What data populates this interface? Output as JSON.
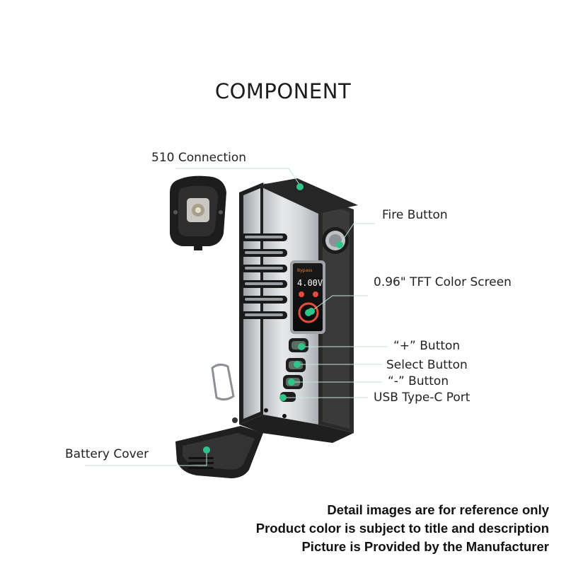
{
  "title": "COMPONENT",
  "callouts": {
    "connection_510": "510 Connection",
    "fire_button": "Fire Button",
    "tft_screen": "0.96\" TFT Color Screen",
    "plus_button": "“+” Button",
    "select_button": "Select Button",
    "minus_button": "“-” Button",
    "usb_port": "USB Type-C Port",
    "battery_cover": "Battery Cover"
  },
  "screen": {
    "header": "Bypass",
    "voltage": "4.00V"
  },
  "disclaimer": [
    "Detail images are for reference only",
    "Product color is subject to title and description",
    "Picture is Provided by the Manufacturer"
  ],
  "colors": {
    "callout_dot": "#2fc58a",
    "leader_line": "#bfe6d8",
    "body_silver": "#cfd2d5",
    "frame_dark": "#2a2a2a"
  }
}
